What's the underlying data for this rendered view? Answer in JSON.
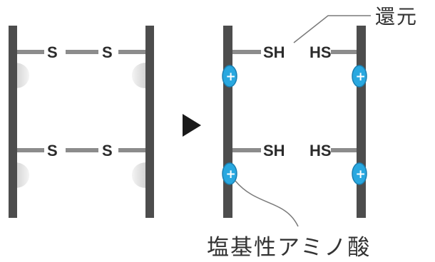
{
  "left_panel": {
    "rows": [
      {
        "a": "S",
        "b": "S"
      },
      {
        "a": "S",
        "b": "S"
      }
    ]
  },
  "right_panel": {
    "rows": [
      {
        "a": "SH",
        "b": "HS"
      },
      {
        "a": "SH",
        "b": "HS"
      }
    ]
  },
  "arrow_glyph": "▶",
  "labels": {
    "reduction": "還元",
    "basic_amino_acid": "塩基性アミノ酸"
  },
  "plus_glyph": "+",
  "colors": {
    "strand": "#4d4d4d",
    "bond": "#8c8c8c",
    "text": "#2b2b2b",
    "charge_fill": "#29a8e0",
    "bulge": "#dcdcdc"
  }
}
